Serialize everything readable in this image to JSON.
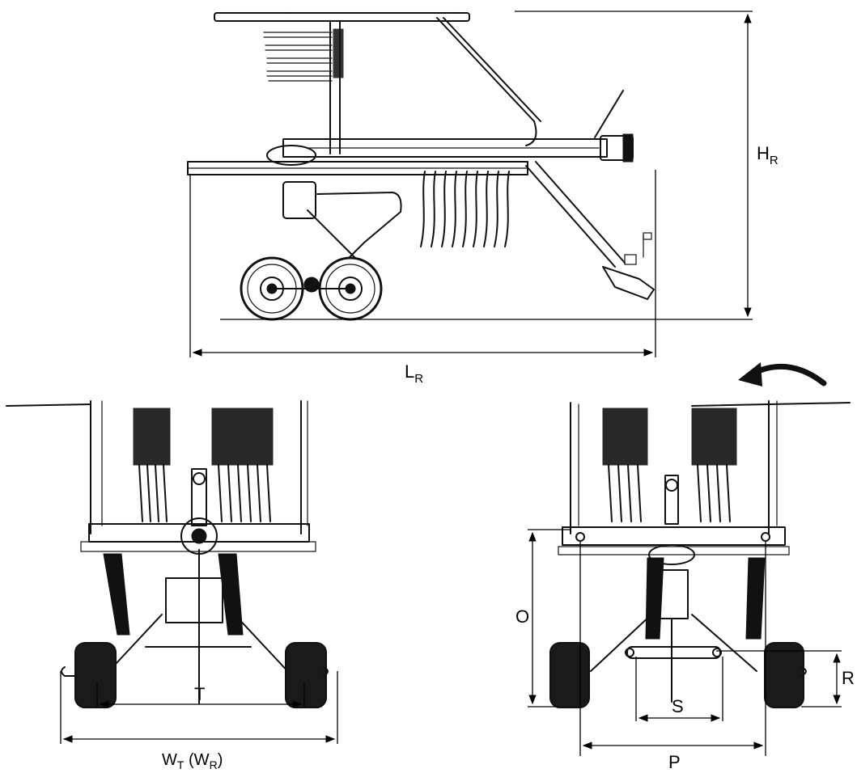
{
  "diagram": {
    "labels": {
      "height_rest": {
        "main": "H",
        "sub": "R"
      },
      "length_rest": {
        "main": "L",
        "sub": "R"
      },
      "track_width": {
        "main": "T"
      },
      "width_transport": {
        "main": "W",
        "sub": "T",
        "paren_main": "W",
        "paren_sub": "R"
      },
      "o": {
        "main": "O"
      },
      "r": {
        "main": "R"
      },
      "s": {
        "main": "S"
      },
      "p": {
        "main": "P"
      }
    },
    "icons": [
      "rotate-arrow-icon"
    ]
  }
}
